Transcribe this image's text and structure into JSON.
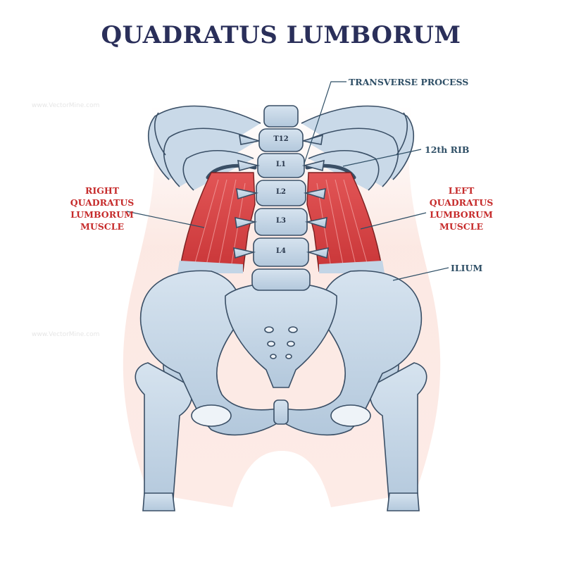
{
  "title": "QUADRATUS LUMBORUM",
  "labels": {
    "transverse_process": "TRANSVERSE PROCESS",
    "twelfth_rib": "12th RIB",
    "ilium": "ILIUM",
    "right_muscle": [
      "RIGHT",
      "QUADRATUS",
      "LUMBORUM",
      "MUSCLE"
    ],
    "left_muscle": [
      "LEFT",
      "QUADRATUS",
      "LUMBORUM",
      "MUSCLE"
    ]
  },
  "vertebrae": [
    "T12",
    "L1",
    "L2",
    "L3",
    "L4"
  ],
  "watermark": "www.VectorMine.com",
  "colors": {
    "title": "#2a2f5a",
    "label_blue": "#2f4f66",
    "label_red": "#c62b2b",
    "bone": "#c3d5e6",
    "bone_outline": "#3a4f66",
    "muscle": "#d8494b",
    "skin_glow": "#fbe3dc"
  }
}
